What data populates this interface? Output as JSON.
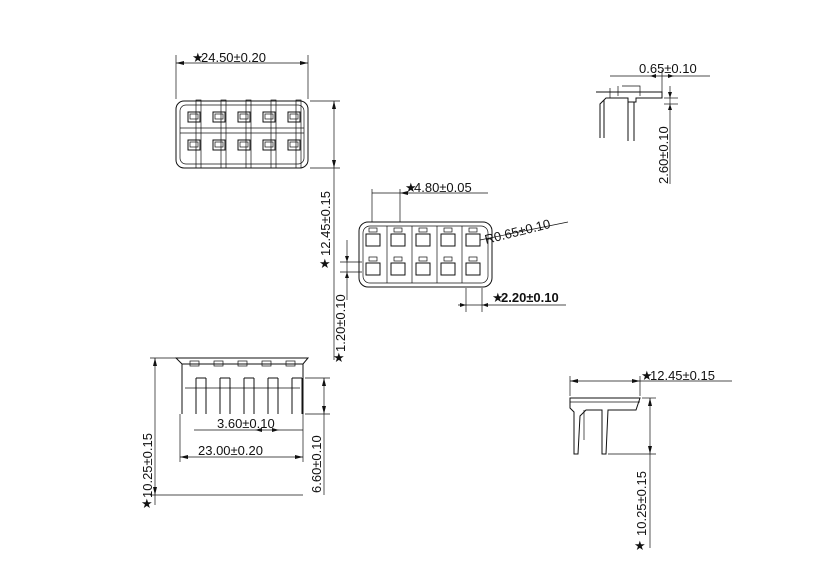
{
  "dimensions": {
    "top_width": "24.50±0.20",
    "side_height": "12.45±0.15",
    "pitch": "4.80±0.05",
    "radius": "R0.65±0.10",
    "slot_width": "2.20±0.10",
    "gap": "1.20±0.10",
    "thickness": "0.65±0.10",
    "side_depth": "2.60±0.10",
    "bottom_pitch": "3.60±0.10",
    "bottom_width": "23.00±0.20",
    "bottom_leg": "6.60±0.10",
    "front_height": "10.25±0.15",
    "right_width": "12.45±0.15",
    "right_height": "10.25±0.15"
  },
  "marks": {
    "star": "★"
  }
}
